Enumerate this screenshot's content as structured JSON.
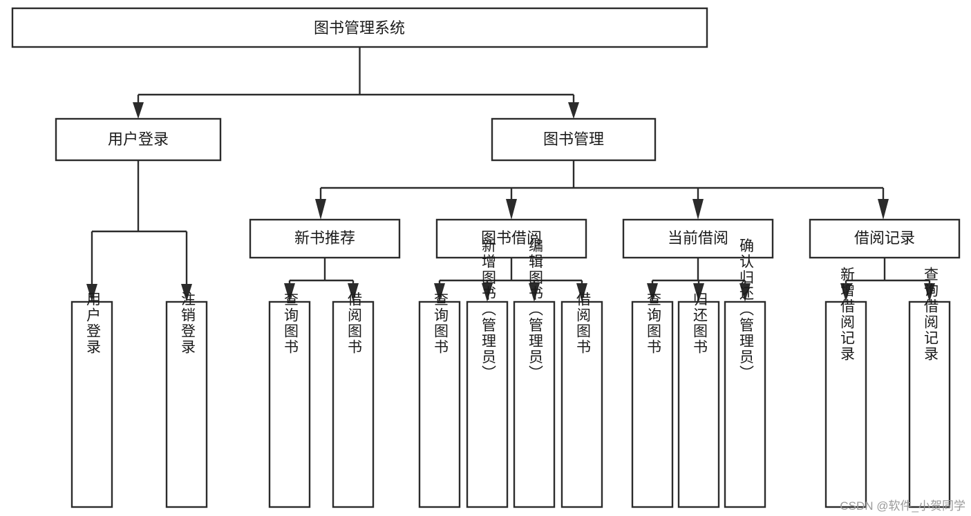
{
  "diagram": {
    "type": "tree-hierarchy",
    "title": "图书管理系统",
    "watermark": "CSDN @软件_小贺同学",
    "colors": {
      "background": "#ffffff",
      "stroke": "#2b2b2b",
      "box_fill": "#ffffff",
      "text": "#1a1a1a",
      "watermark": "#9a9a9a"
    },
    "root": {
      "label": "图书管理系统"
    },
    "level2": [
      {
        "label": "用户登录"
      },
      {
        "label": "图书管理"
      }
    ],
    "level3": [
      {
        "label": "新书推荐"
      },
      {
        "label": "图书借阅"
      },
      {
        "label": "当前借阅"
      },
      {
        "label": "借阅记录"
      }
    ],
    "leaves": {
      "user_login": [
        {
          "label": "用户登录"
        },
        {
          "label": "注销登录"
        }
      ],
      "new_book_recommend": [
        {
          "label": "查询图书"
        },
        {
          "label": "借阅图书"
        }
      ],
      "book_borrow": [
        {
          "label": "查询图书"
        },
        {
          "label": "新增图书（管理员）"
        },
        {
          "label": "编辑图书（管理员）"
        },
        {
          "label": "借阅图书"
        }
      ],
      "current_borrow": [
        {
          "label": "查询图书"
        },
        {
          "label": "归还图书"
        },
        {
          "label": "确认归还（管理员）"
        }
      ],
      "borrow_record": [
        {
          "label": "新增借阅记录"
        },
        {
          "label": "查询借阅记录"
        }
      ]
    }
  }
}
